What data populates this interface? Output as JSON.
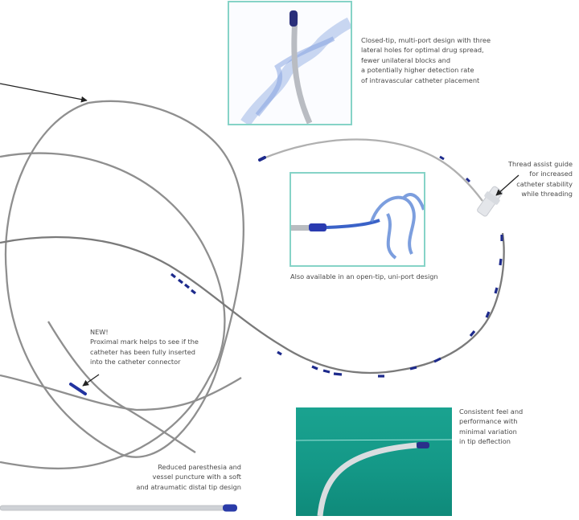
{
  "colors": {
    "catheter": "#8a8a8a",
    "marking": "#1d2a8c",
    "tip_blue": "#2a3ba8",
    "frame_teal": "#86d3c7",
    "drape_green": "#16a08c",
    "caption_text": "#4a4a4a"
  },
  "callouts": {
    "closed_tip": {
      "lines": [
        "Closed-tip, multi-port design with three",
        "lateral holes for optimal drug spread,",
        "fewer unilateral blocks and",
        "a potentially higher detection rate",
        "of intravascular catheter placement"
      ]
    },
    "thread_assist": {
      "lines": [
        "Thread assist guide",
        "for increased",
        "catheter stability",
        "while threading"
      ]
    },
    "open_tip": {
      "text": "Also available in an open-tip, uni-port design"
    },
    "proximal_mark": {
      "badge": "NEW!",
      "lines": [
        "Proximal mark helps to see if the",
        "catheter has been fully inserted",
        "into the catheter connector"
      ]
    },
    "consistent_feel": {
      "lines": [
        "Consistent feel and",
        "performance with",
        "minimal variation",
        "in tip deflection"
      ]
    },
    "reduced_paresthesia": {
      "lines": [
        "Reduced paresthesia and",
        "vessel puncture with a soft",
        "and atraumatic distal tip design"
      ]
    }
  },
  "images": [
    {
      "name": "closed-tip-photo",
      "depicts": "closed-tip catheter with blue dye plume"
    },
    {
      "name": "open-tip-photo",
      "depicts": "open-tip catheter with blue dye plume"
    },
    {
      "name": "tip-deflection-photo",
      "depicts": "catheter tip bending on green drape"
    }
  ]
}
